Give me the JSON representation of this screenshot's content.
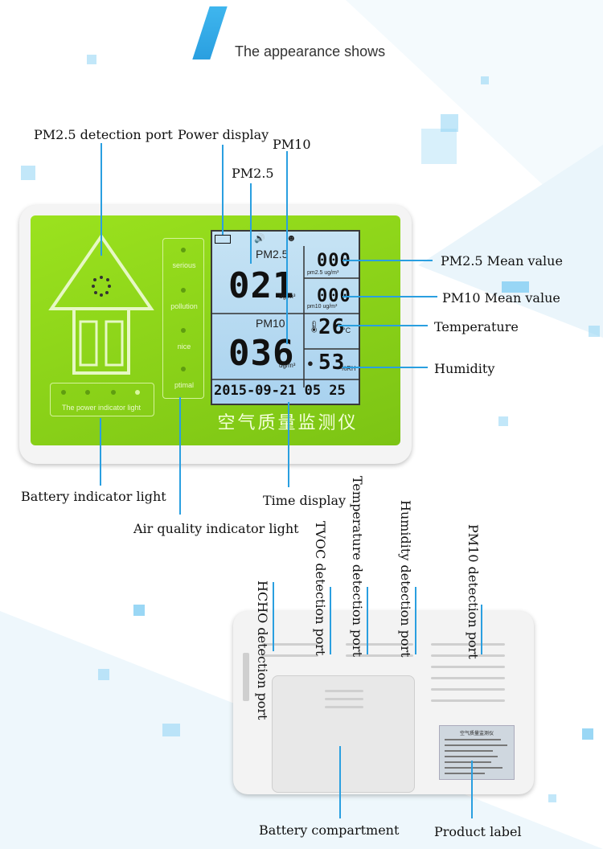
{
  "header": {
    "title": "The appearance shows"
  },
  "front_callouts": {
    "pm25_port": "PM2.5 detection port",
    "power_display": "Power display",
    "pm10": "PM10",
    "pm25": "PM2.5",
    "pm25_mean": "PM2.5 Mean value",
    "pm10_mean": "PM10 Mean value",
    "temperature": "Temperature",
    "humidity": "Humidity",
    "battery_light": "Battery indicator light",
    "air_quality_light": "Air quality indicator light",
    "time_display": "Time display"
  },
  "device": {
    "air_quality_levels": [
      "serious",
      "pollution",
      "nice",
      "ptimal"
    ],
    "power_indicator": "The power indicator light",
    "brand": "空气质量监测仪",
    "lcd": {
      "pm25_label": "PM2.5",
      "pm25_value": "021",
      "pm10_label": "PM10",
      "pm10_value": "036",
      "unit": "ug/m³",
      "pm25_mean": "000",
      "pm25_mean_label": "pm2.5 ug/m³",
      "pm10_mean": "000",
      "pm10_mean_label": "pm10 ug/m³",
      "temp": "26",
      "temp_unit": "°C",
      "humidity": "53",
      "humidity_unit": "%RH",
      "datetime": "2015-09-21 05 25"
    }
  },
  "back_callouts": {
    "hcho": "HCHO detection port",
    "tvoc": "TVOC detection port",
    "temp_port": "Temperature detection port",
    "humidity_port": "Humidity detection port",
    "pm10_port": "PM10 detection port",
    "battery_compartment": "Battery compartment",
    "product_label": "Product label"
  },
  "product_label": {
    "title": "空气质量监测仪"
  },
  "colors": {
    "accent": "#2a9fe0",
    "device_green": "#8ed61a",
    "lcd": "#b8dbf2"
  }
}
